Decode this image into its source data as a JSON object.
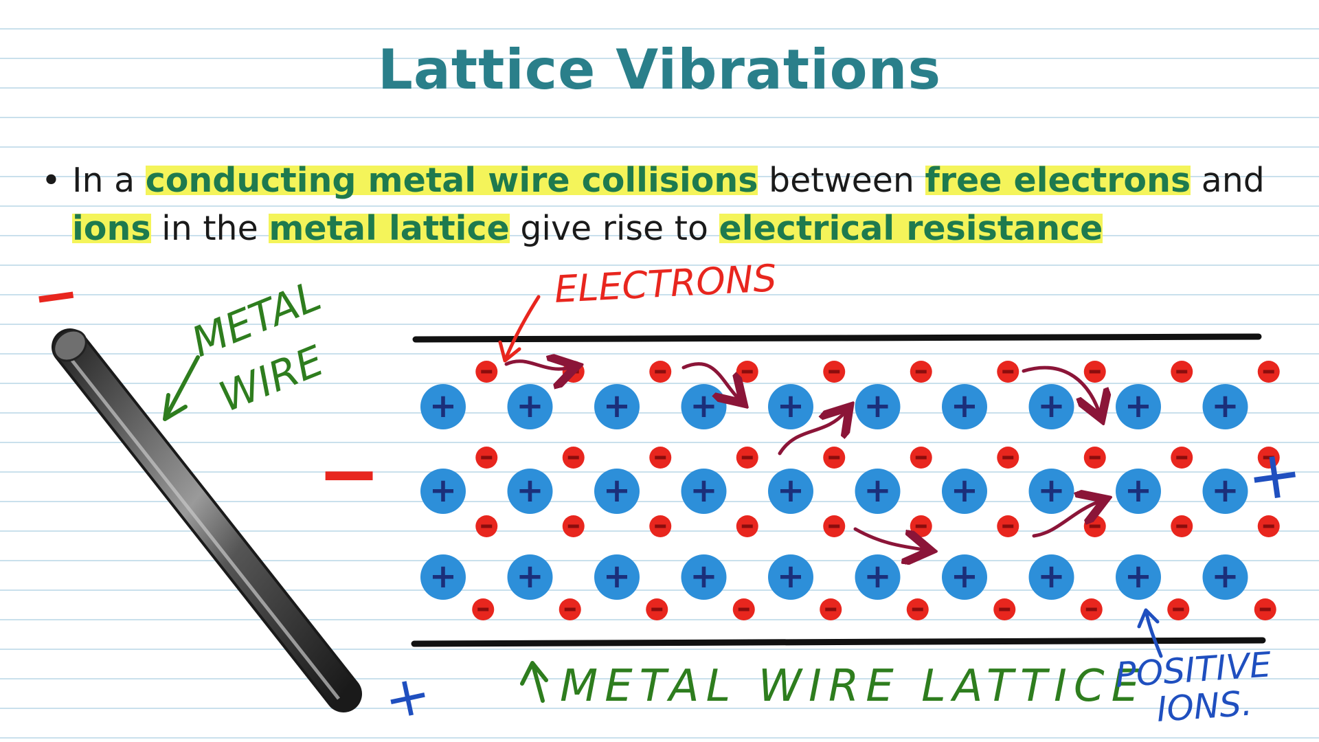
{
  "title": "Lattice Vibrations",
  "bullet": {
    "marker": "•",
    "segments": [
      {
        "text": "In a ",
        "highlight": false
      },
      {
        "text": "conducting metal wire collisions",
        "highlight": true
      },
      {
        "text": " between ",
        "highlight": false
      },
      {
        "text": "free electrons",
        "highlight": true
      },
      {
        "text": " and ",
        "highlight": false
      },
      {
        "text": "ions",
        "highlight": true
      },
      {
        "text": " in the ",
        "highlight": false
      },
      {
        "text": "metal lattice",
        "highlight": true
      },
      {
        "text": " give rise to ",
        "highlight": false
      },
      {
        "text": "electrical resistance",
        "highlight": true
      }
    ]
  },
  "annotations": {
    "electrons_label": "ELECTRONS",
    "metal_wire_line1": "METAL",
    "metal_wire_line2": "WIRE",
    "lattice_label": "METAL WIRE LATTICE",
    "positive_ions_line1": "POSITIVE",
    "positive_ions_line2": "IONS.",
    "minus_sign": "−",
    "plus_sign": "+"
  },
  "symbols": {
    "ion": "+",
    "electron": "−"
  },
  "colors": {
    "title": "#2a7f8a",
    "highlight": "#f4f45a",
    "highlight_text": "#1e7a4e",
    "ion_fill": "#2d8fd9",
    "ion_sign": "#1b2f7a",
    "electron_fill": "#e8261e",
    "electron_sign": "#8a0d0d",
    "path_arrow": "#8b1538",
    "red_ink": "#e8261e",
    "green_ink": "#2e7d1e",
    "blue_ink": "#1f4fbf"
  }
}
